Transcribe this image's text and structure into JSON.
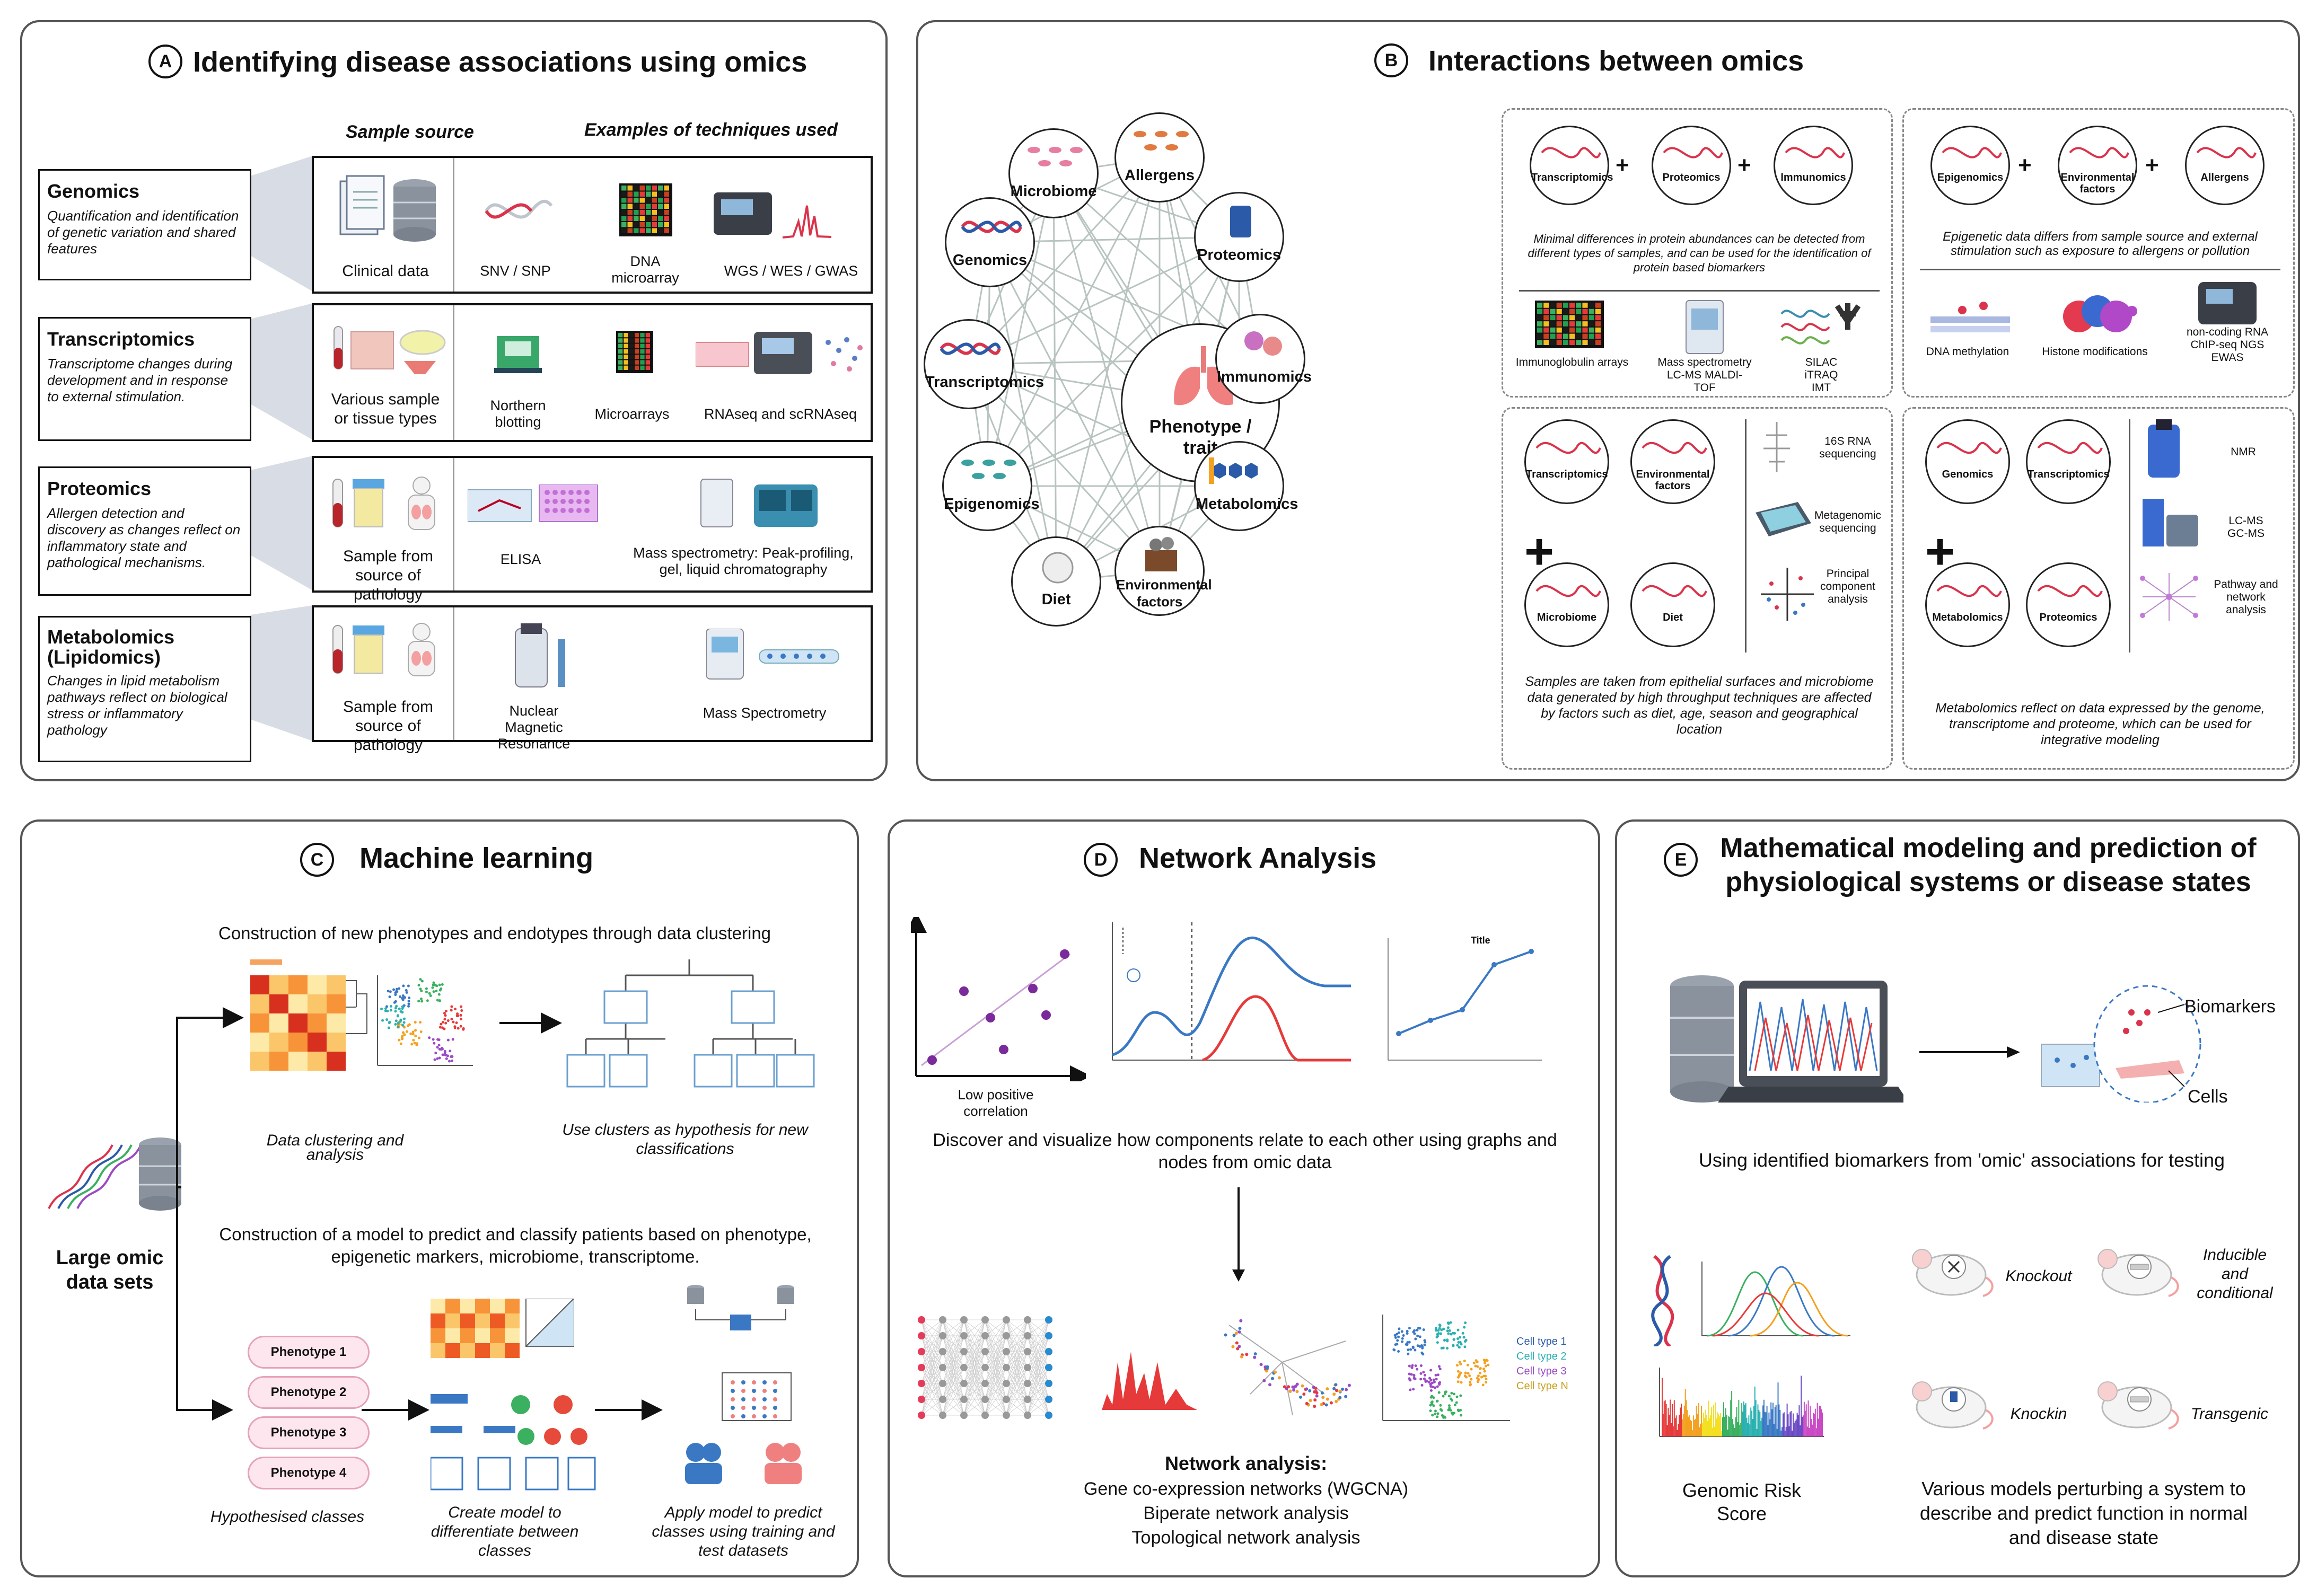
{
  "panel_a": {
    "letter": "A",
    "title": "Identifying disease associations using omics",
    "col_sample": "Sample source",
    "col_techniques": "Examples of techniques used",
    "rows": [
      {
        "name": "Genomics",
        "desc": "Quantification and identification of genetic variation and shared features",
        "source": "Clinical data",
        "techniques": [
          "SNV / SNP",
          "DNA microarray",
          "WGS / WES / GWAS"
        ]
      },
      {
        "name": "Transcriptomics",
        "desc": "Transcriptome changes during development and in response to external stimulation.",
        "source": "Various sample or tissue types",
        "techniques": [
          "Northern blotting",
          "Microarrays",
          "RNAseq and scRNAseq"
        ]
      },
      {
        "name": "Proteomics",
        "desc": "Allergen detection and discovery as changes reflect on inflammatory state and pathological mechanisms.",
        "source": "Sample from source of pathology",
        "techniques": [
          "ELISA",
          "Mass spectrometry: Peak-profiling, gel, liquid chromatography"
        ]
      },
      {
        "name": "Metabolomics (Lipidomics)",
        "desc": "Changes in lipid metabolism pathways reflect on biological stress or inflammatory pathology",
        "source": "Sample from source of pathology",
        "techniques": [
          "Nuclear Magnetic Resonance",
          "Mass Spectrometry"
        ]
      }
    ]
  },
  "panel_b": {
    "letter": "B",
    "title": "Interactions between omics",
    "center": "Phenotype / trait",
    "nodes": [
      "Microbiome",
      "Allergens",
      "Proteomics",
      "Immunomics",
      "Metabolomics",
      "Environmental factors",
      "Diet",
      "Epigenomics",
      "Transcriptomics",
      "Genomics"
    ],
    "box1": {
      "items": [
        "Transcriptomics",
        "Proteomics",
        "Immunomics"
      ],
      "text": "Minimal differences in protein abundances can be detected from different types of samples, and can be used for the identification of protein based biomarkers",
      "techs": [
        "Immunoglobulin arrays",
        "Mass spectrometry LC-MS MALDI-TOF",
        "SILAC iTRAQ IMT"
      ]
    },
    "box2": {
      "items": [
        "Epigenomics",
        "Environmental factors",
        "Allergens"
      ],
      "text": "Epigenetic data differs from sample source and external stimulation such as exposure to allergens or pollution",
      "techs": [
        "DNA methylation",
        "Histone modifications",
        "non-coding RNA ChIP-seq NGS EWAS"
      ]
    },
    "box3": {
      "items": [
        "Transcriptomics",
        "Environmental factors",
        "Microbiome",
        "Diet"
      ],
      "techs": [
        "16S RNA sequencing",
        "Metagenomic sequencing",
        "Principal component analysis"
      ],
      "text": "Samples are taken from epithelial surfaces and microbiome data generated by high throughput techniques are affected by factors such as diet, age, season and geographical location"
    },
    "box4": {
      "items": [
        "Genomics",
        "Transcriptomics",
        "Metabolomics",
        "Proteomics"
      ],
      "techs": [
        "NMR",
        "LC-MS GC-MS",
        "Pathway and network analysis"
      ],
      "text": "Metabolomics reflect on data expressed by the genome, transcriptome and proteome, which can be used for integrative modeling"
    }
  },
  "panel_c": {
    "letter": "C",
    "title": "Machine learning",
    "line1": "Construction of new phenotypes and endotypes through data clustering",
    "cap_cluster": "Data clustering and analysis",
    "cap_use": "Use clusters as hypothesis for new classifications",
    "large": "Large omic data sets",
    "line2": "Construction of a model to predict and classify patients based on phenotype, epigenetic markers, microbiome, transcriptome.",
    "phenotypes": [
      "Phenotype 1",
      "Phenotype 2",
      "Phenotype 3",
      "Phenotype 4"
    ],
    "cap_hyp": "Hypothesised classes",
    "cap_model": "Create model to differentiate between classes",
    "cap_apply": "Apply model to predict classes using training and test datasets"
  },
  "panel_d": {
    "letter": "D",
    "title": "Network Analysis",
    "scatter_label": "Low positive correlation",
    "chart_title": "Title",
    "text1": "Discover and visualize how components relate to each other using graphs and nodes from omic data",
    "net_heading": "Network analysis:",
    "net_items": [
      "Gene co-expression networks (WGCNA)",
      "Biperate network analysis",
      "Topological network analysis"
    ],
    "cell_types": [
      "Cell type 1",
      "Cell type 2",
      "Cell type 3",
      "Cell type N"
    ]
  },
  "panel_e": {
    "letter": "E",
    "title": "Mathematical modeling and prediction of physiological systems or disease states",
    "biomarkers": "Biomarkers",
    "cells": "Cells",
    "text1": "Using identified biomarkers from 'omic' associations for testing",
    "models": [
      "Knockout",
      "Inducible and conditional",
      "Knockin",
      "Transgenic"
    ],
    "risk": "Genomic Risk Score",
    "text2": "Various models perturbing a system to describe and predict function in normal and disease state"
  },
  "colors": {
    "dna_red": "#d9344c",
    "dna_blue": "#2a5aa8",
    "accent_pink": "#f08080",
    "plot_blue": "#3a78c4",
    "plot_red": "#e63a3a",
    "purple": "#7a2a9a"
  }
}
